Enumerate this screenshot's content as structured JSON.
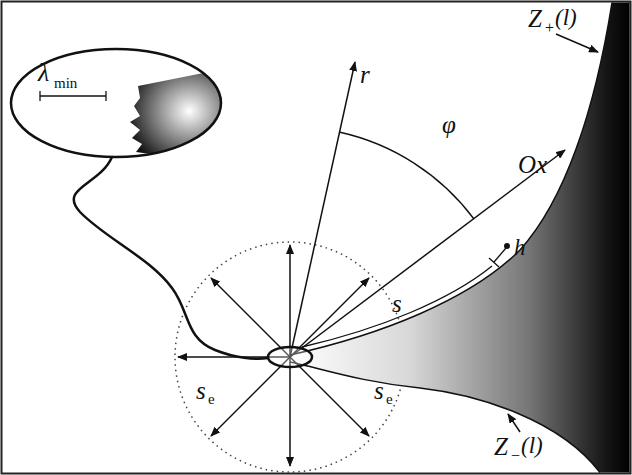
{
  "diagram": {
    "nodes": [
      {
        "text": [
          "λ",
          "min"
        ]
      }
    ],
    "labels": [
      "r",
      "φ",
      "h",
      "s",
      "Ox",
      "Z",
      "+",
      "(l)",
      "Z",
      "−",
      "(l)",
      "s",
      "e",
      "s",
      "e"
    ]
  }
}
